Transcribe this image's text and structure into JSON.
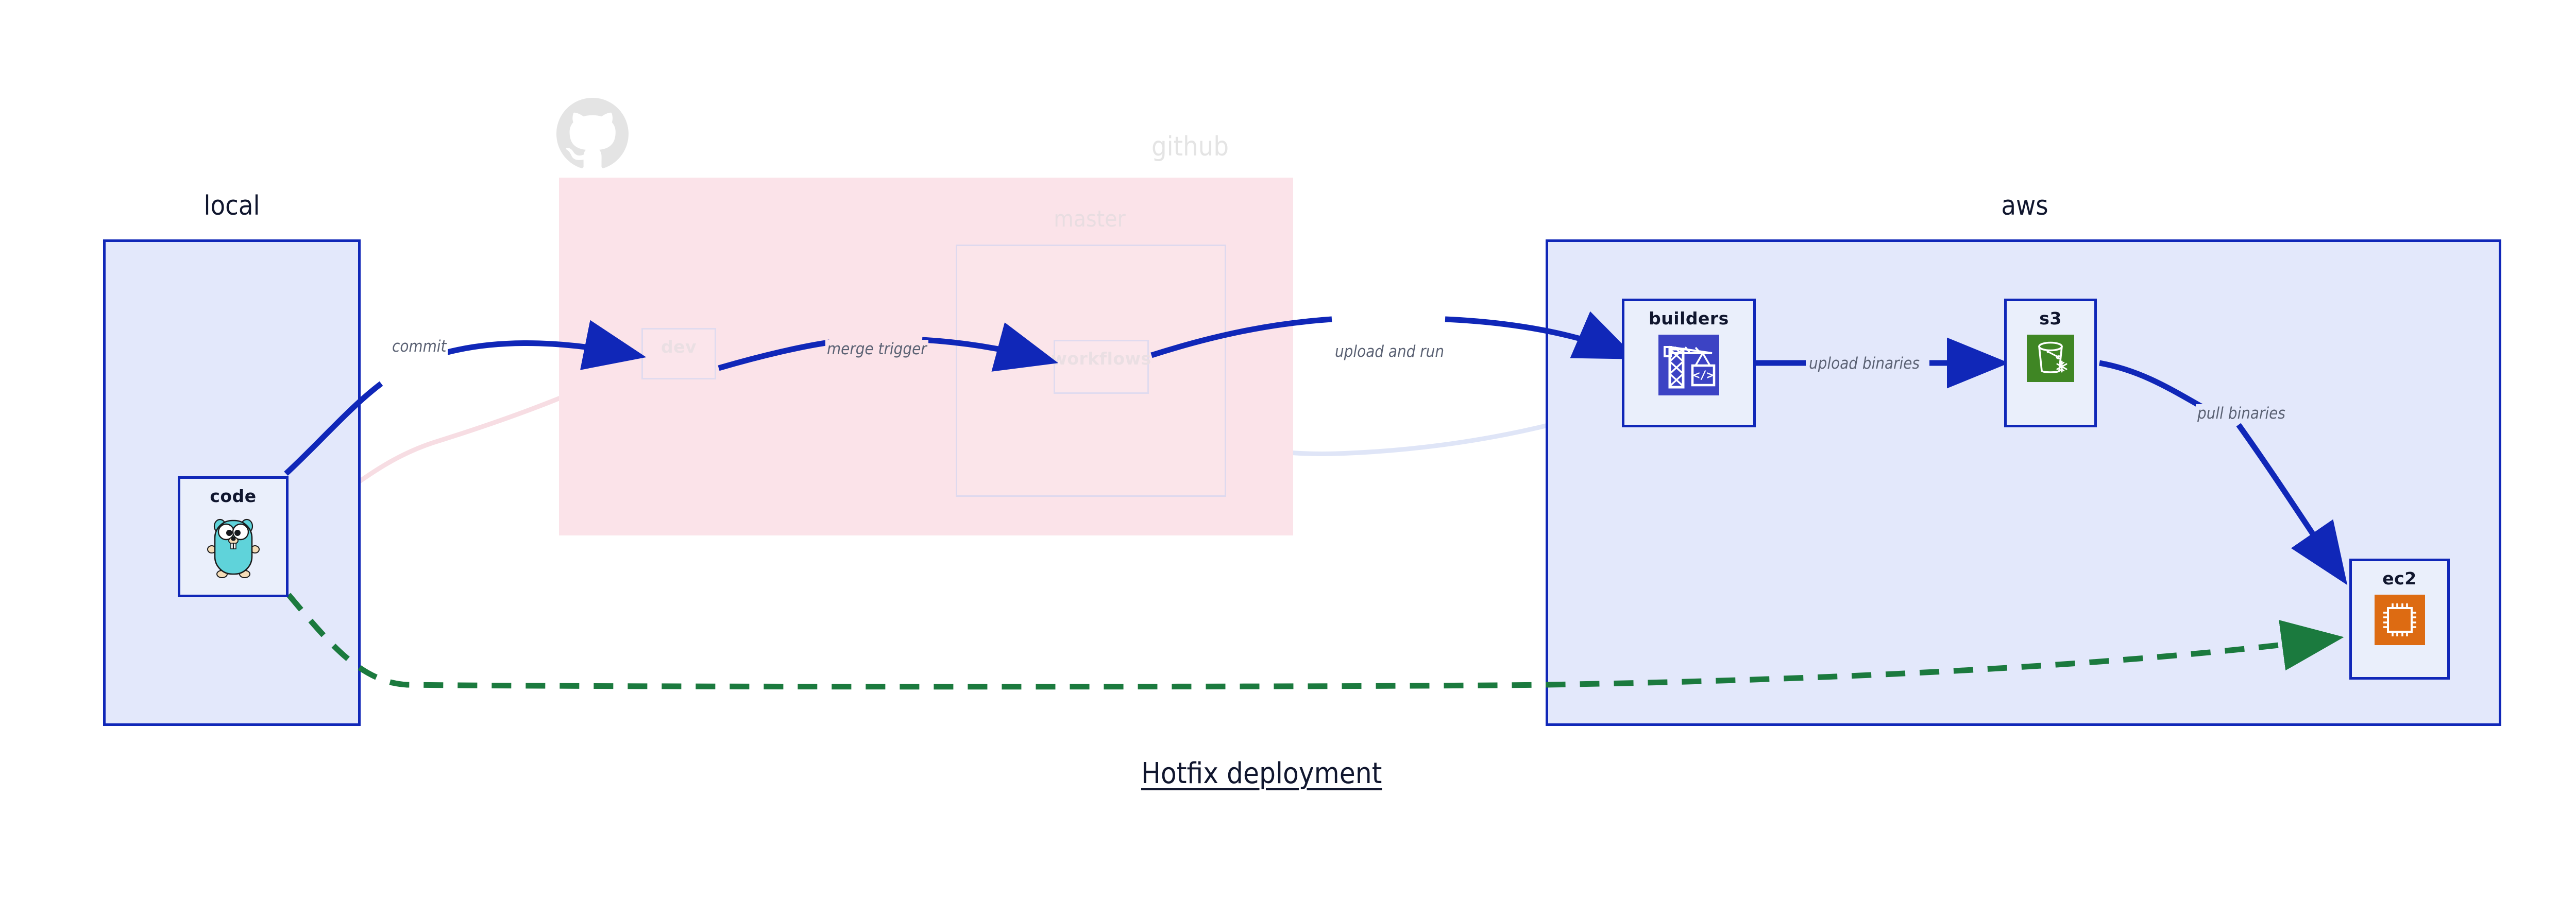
{
  "diagram": {
    "title": "Hotfix deployment",
    "clusters": [
      {
        "id": "local",
        "label": "local",
        "color": "#e3e8fb",
        "border": "#1027b8"
      },
      {
        "id": "github",
        "label": "github",
        "color": "#fbe3e9",
        "border": "none"
      },
      {
        "id": "aws",
        "label": "aws",
        "color": "#e3e8fb",
        "border": "#1027b8"
      }
    ],
    "subclusters": [
      {
        "id": "master",
        "label": "master",
        "parent": "github"
      }
    ],
    "nodes": [
      {
        "id": "code",
        "label": "code",
        "icon": "go-gopher-icon",
        "cluster": "local",
        "state": "active"
      },
      {
        "id": "dev",
        "label": "dev",
        "icon": "none",
        "cluster": "github",
        "state": "ghost"
      },
      {
        "id": "workflows",
        "label": "workflows",
        "icon": "none",
        "cluster": "master",
        "state": "ghost"
      },
      {
        "id": "builders",
        "label": "builders",
        "icon": "aws-codebuild-icon",
        "cluster": "aws",
        "state": "active"
      },
      {
        "id": "s3",
        "label": "s3",
        "icon": "aws-s3-glacier-icon",
        "cluster": "aws",
        "state": "active"
      },
      {
        "id": "ec2",
        "label": "ec2",
        "icon": "aws-ec2-icon",
        "cluster": "aws",
        "state": "active"
      }
    ],
    "edges": [
      {
        "from": "code",
        "to": "dev",
        "label": "commit",
        "style": "solid",
        "color": "#1027b8"
      },
      {
        "from": "dev",
        "to": "workflows",
        "label": "merge trigger",
        "style": "solid",
        "color": "#1027b8"
      },
      {
        "from": "workflows",
        "to": "builders",
        "label": "upload and run",
        "style": "solid",
        "color": "#1027b8"
      },
      {
        "from": "builders",
        "to": "s3",
        "label": "upload binaries",
        "style": "solid",
        "color": "#1027b8"
      },
      {
        "from": "s3",
        "to": "ec2",
        "label": "pull binaries",
        "style": "solid",
        "color": "#1027b8"
      },
      {
        "from": "code",
        "to": "ec2",
        "label": "",
        "style": "dashed",
        "color": "#1b7a3e"
      }
    ],
    "colors": {
      "accent_blue": "#1027b8",
      "cluster_blue_fill": "#e3e8fb",
      "cluster_pink_fill": "#fbe3e9",
      "hotfix_green": "#1b7a3e",
      "codebuild_purple": "#3c43c4",
      "s3_green": "#3f8624",
      "ec2_orange": "#dd6b12",
      "gopher_cyan": "#5fd3da",
      "ghost_gray": "#e4e4e4"
    },
    "logos": [
      {
        "id": "github-octocat",
        "name": "github-logo-icon",
        "state": "faded"
      }
    ]
  }
}
